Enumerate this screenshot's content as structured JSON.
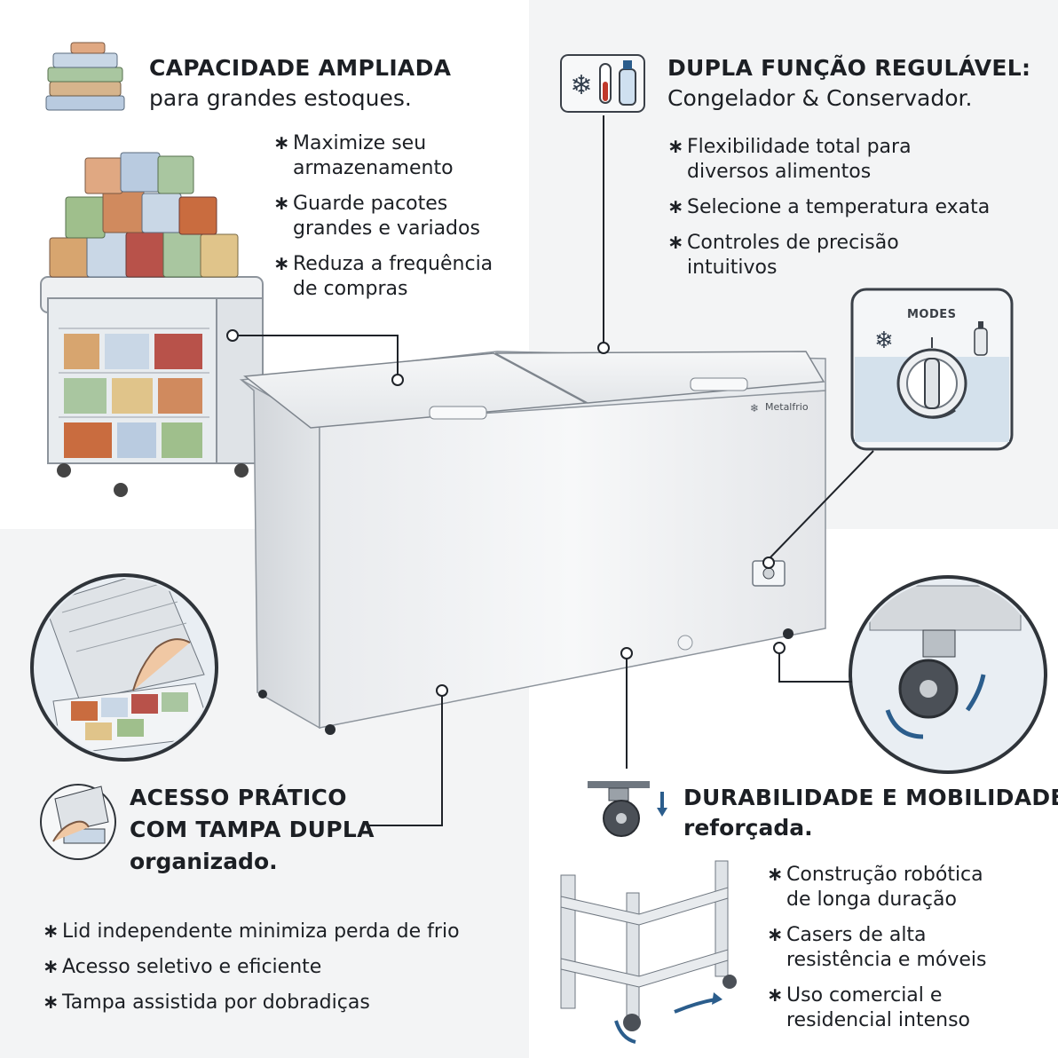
{
  "sections": {
    "capacity": {
      "title": "CAPACIDADE AMPLIADA",
      "subtitle": "para grandes estoques.",
      "bullets": [
        {
          "line1": "Maximize seu",
          "line2": "armazenamento"
        },
        {
          "line1": "Guarde pacotes",
          "line2": "grandes e variados"
        },
        {
          "line1": "Reduza a frequência",
          "line2": "de compras"
        }
      ]
    },
    "dual_function": {
      "title": "DUPLA FUNÇÃO REGULÁVEL:",
      "subtitle": "Congelador & Conservador.",
      "bullets": [
        {
          "line1": "Flexibilidade total para",
          "line2": "diversos alimentos"
        },
        {
          "line1": "Selecione a temperatura exata",
          "line2": ""
        },
        {
          "line1": "Controles de precisão",
          "line2": "intuitivos"
        }
      ],
      "control_label": "MODES"
    },
    "access": {
      "title_line1": "ACESSO PRÁTICO",
      "title_line2": "COM TAMPA DUPLA",
      "subtitle": "organizado.",
      "bullets": [
        {
          "line1": "Lid independente minimiza perda de frio"
        },
        {
          "line1": "Acesso seletivo e eficiente"
        },
        {
          "line1": "Tampa assistida por dobradiças"
        }
      ]
    },
    "durability": {
      "title": "DURABILIDADE E MOBILIDADE",
      "subtitle": "reforçada.",
      "bullets": [
        {
          "line1": "Construção robótica",
          "line2": "de longa duração"
        },
        {
          "line1": "Casers de alta",
          "line2": "resistência e móveis"
        },
        {
          "line1": "Uso comercial e",
          "line2": "residencial intenso"
        }
      ]
    }
  },
  "product": {
    "brand": "Metalfrio"
  },
  "icons": {
    "capacity": "stacked-packages-icon",
    "dual_function": "snowflake-thermometer-bottle-icon",
    "access": "hand-open-lid-icon",
    "durability": "caster-wheel-icon"
  },
  "colors": {
    "line": "#1f2329",
    "freezer": "#eef0f2",
    "accent_blue": "#2b5d8c"
  }
}
